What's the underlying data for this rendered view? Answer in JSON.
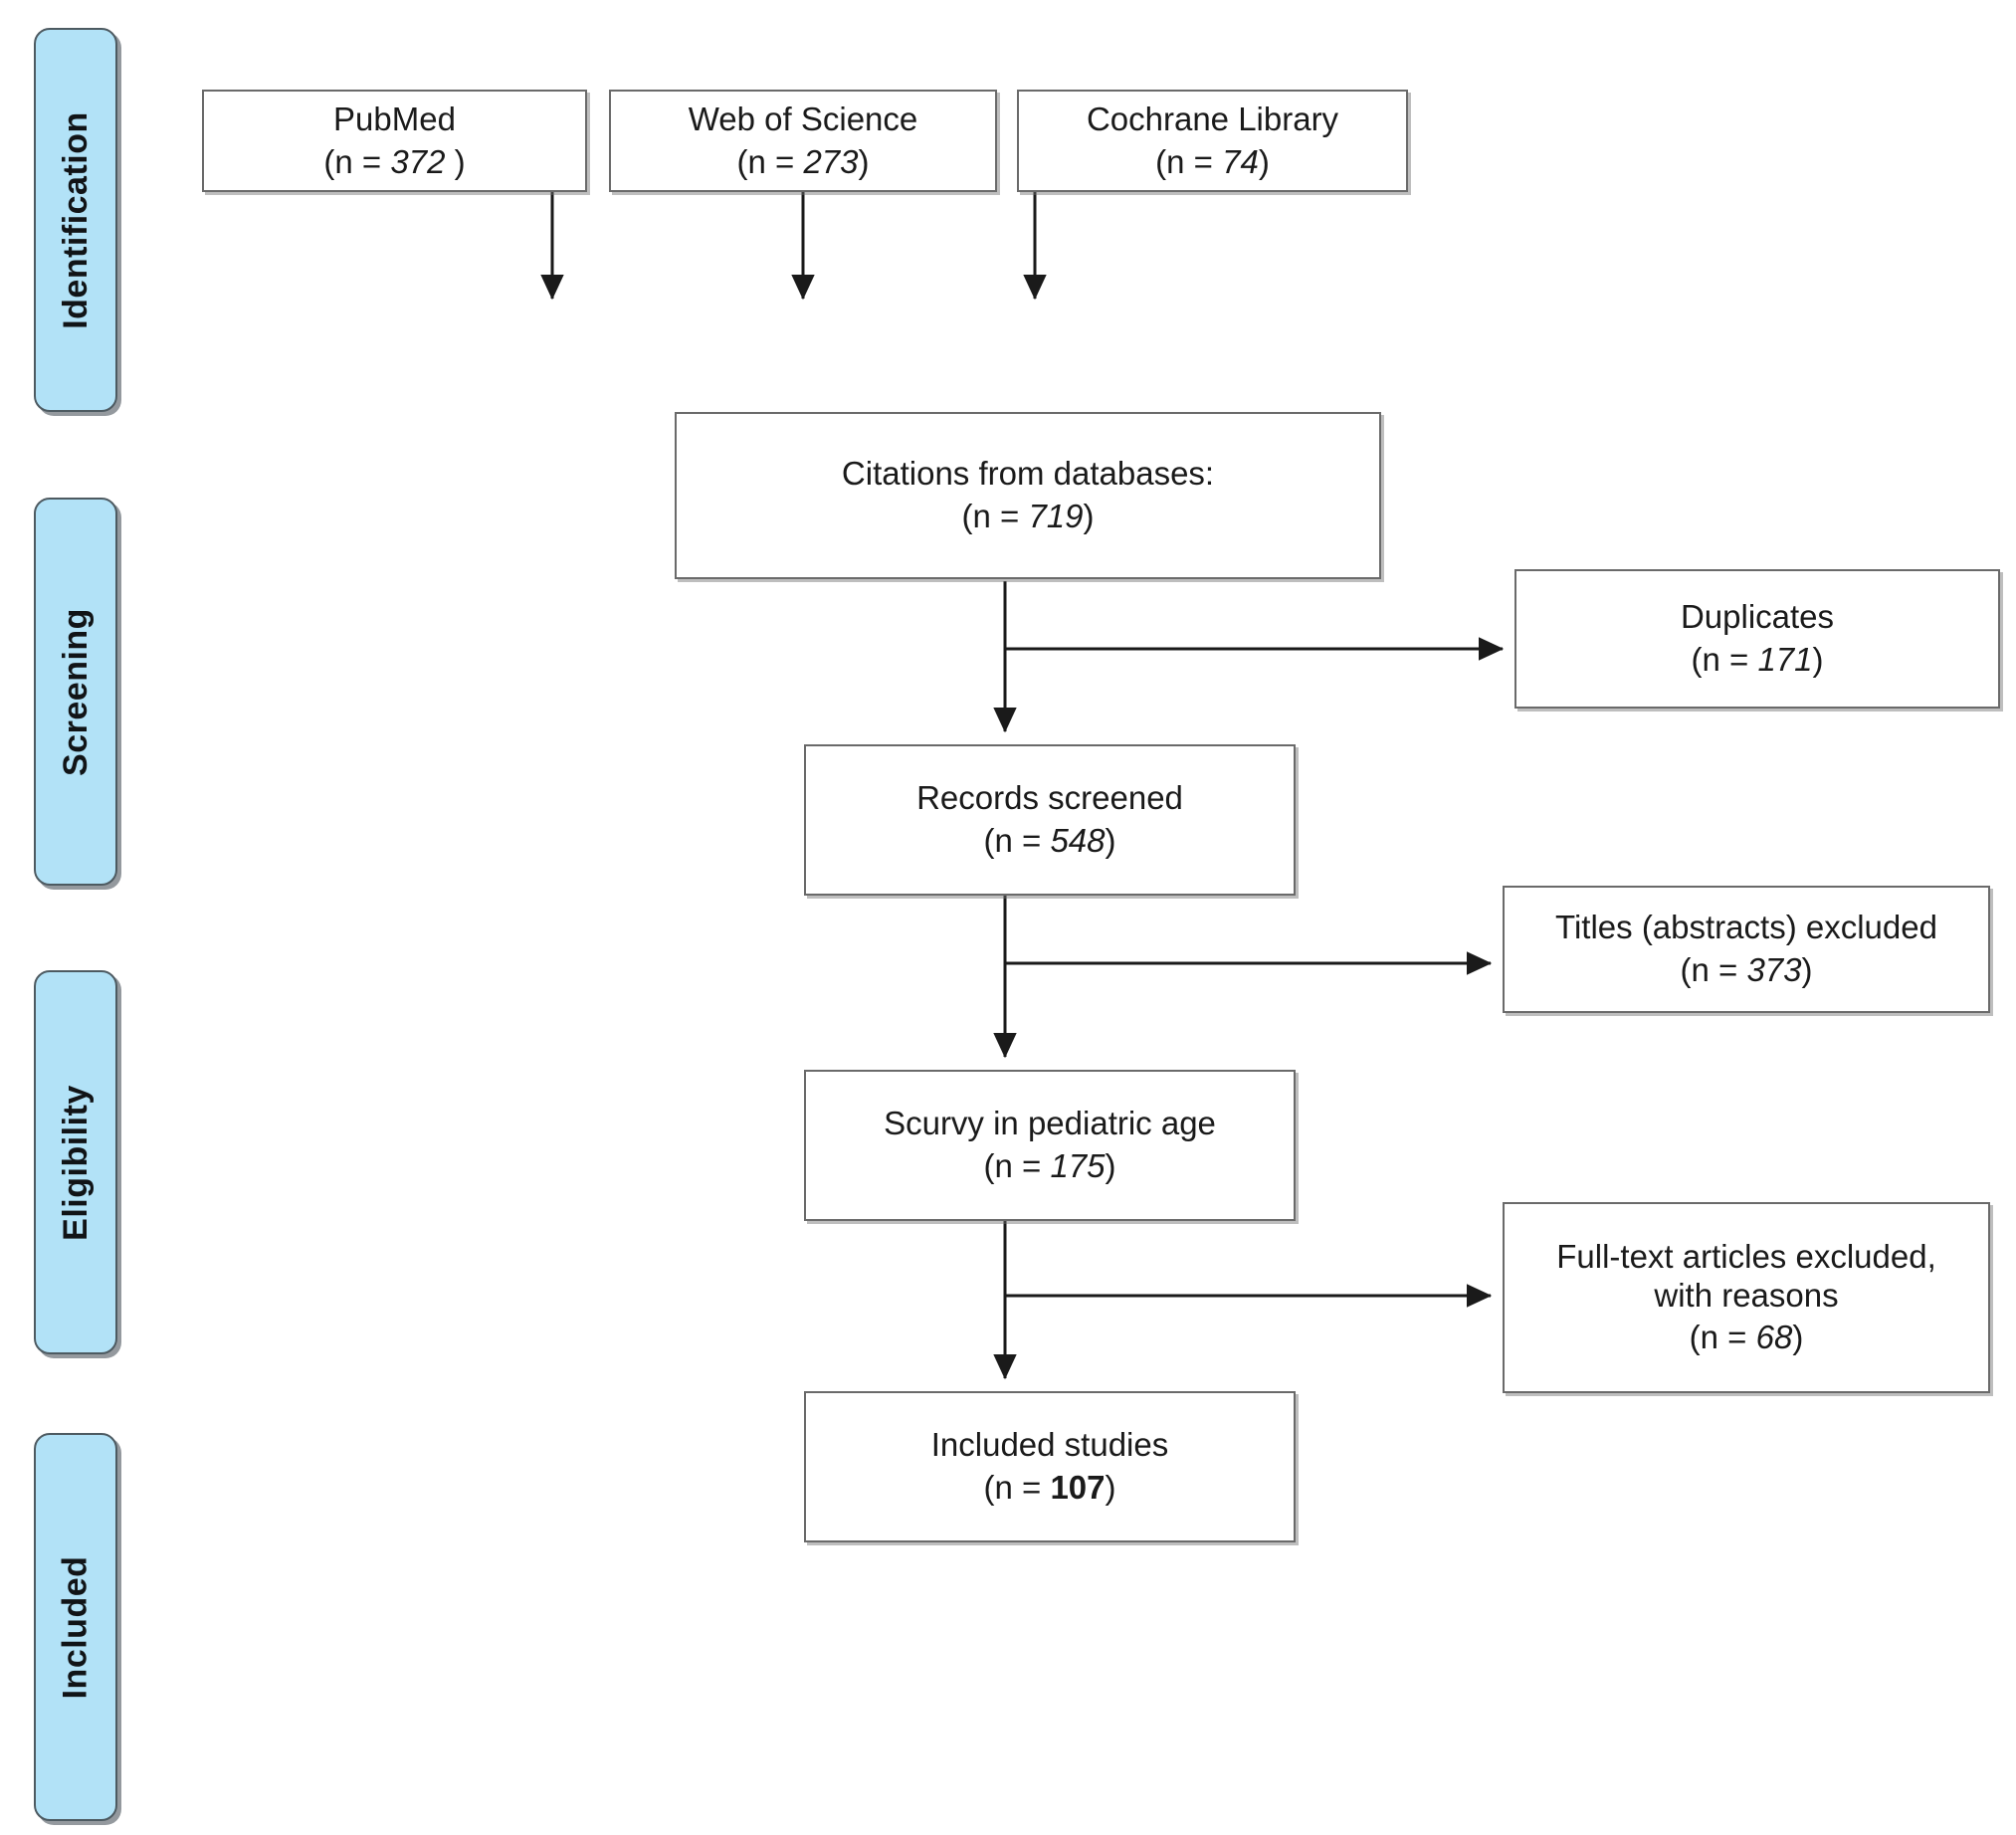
{
  "diagram": {
    "type": "prisma-flow-diagram",
    "title": "",
    "stages": [
      {
        "id": "identification",
        "label": "Identification"
      },
      {
        "id": "screening",
        "label": "Screening"
      },
      {
        "id": "eligibility",
        "label": "Eligibility"
      },
      {
        "id": "included",
        "label": "Included"
      }
    ],
    "boxes": {
      "pubmed": {
        "title": "PubMed",
        "count_prefix": "(n = ",
        "count": "372 ",
        "count_suffix": ")"
      },
      "web_of_science": {
        "title": "Web of Science",
        "count_prefix": "(n = ",
        "count": "273",
        "count_suffix": ")"
      },
      "cochrane": {
        "title": "Cochrane Library",
        "count_prefix": "(n = ",
        "count": "74",
        "count_suffix": ")"
      },
      "citations": {
        "title": "Citations from databases:",
        "count_prefix": "(n = ",
        "count": "719",
        "count_suffix": ")"
      },
      "duplicates": {
        "title": "Duplicates",
        "count_prefix": "(n = ",
        "count": "171",
        "count_suffix": ")"
      },
      "screened": {
        "title": "Records screened",
        "count_prefix": "(n = ",
        "count": "548",
        "count_suffix": ")"
      },
      "titles_excluded": {
        "title": "Titles (abstracts) excluded",
        "count_prefix": "(n = ",
        "count": "373",
        "count_suffix": ")"
      },
      "scurvy": {
        "title": "Scurvy in pediatric age",
        "count_prefix": "(n = ",
        "count": "175",
        "count_suffix": ")"
      },
      "fulltext_excluded": {
        "title": "Full-text articles excluded,\nwith reasons",
        "count_prefix": "(n = ",
        "count": "68",
        "count_suffix": ")"
      },
      "included_studies": {
        "title": "Included studies",
        "count_prefix": "(n = ",
        "count": "107",
        "count_suffix": ")",
        "count_bold": true
      }
    },
    "colors": {
      "stage_fill": "#b2e2f7",
      "stage_border": "#4d5a61",
      "box_border": "#6a6a6a",
      "connector": "#1a1a1a",
      "background": "#ffffff"
    }
  }
}
